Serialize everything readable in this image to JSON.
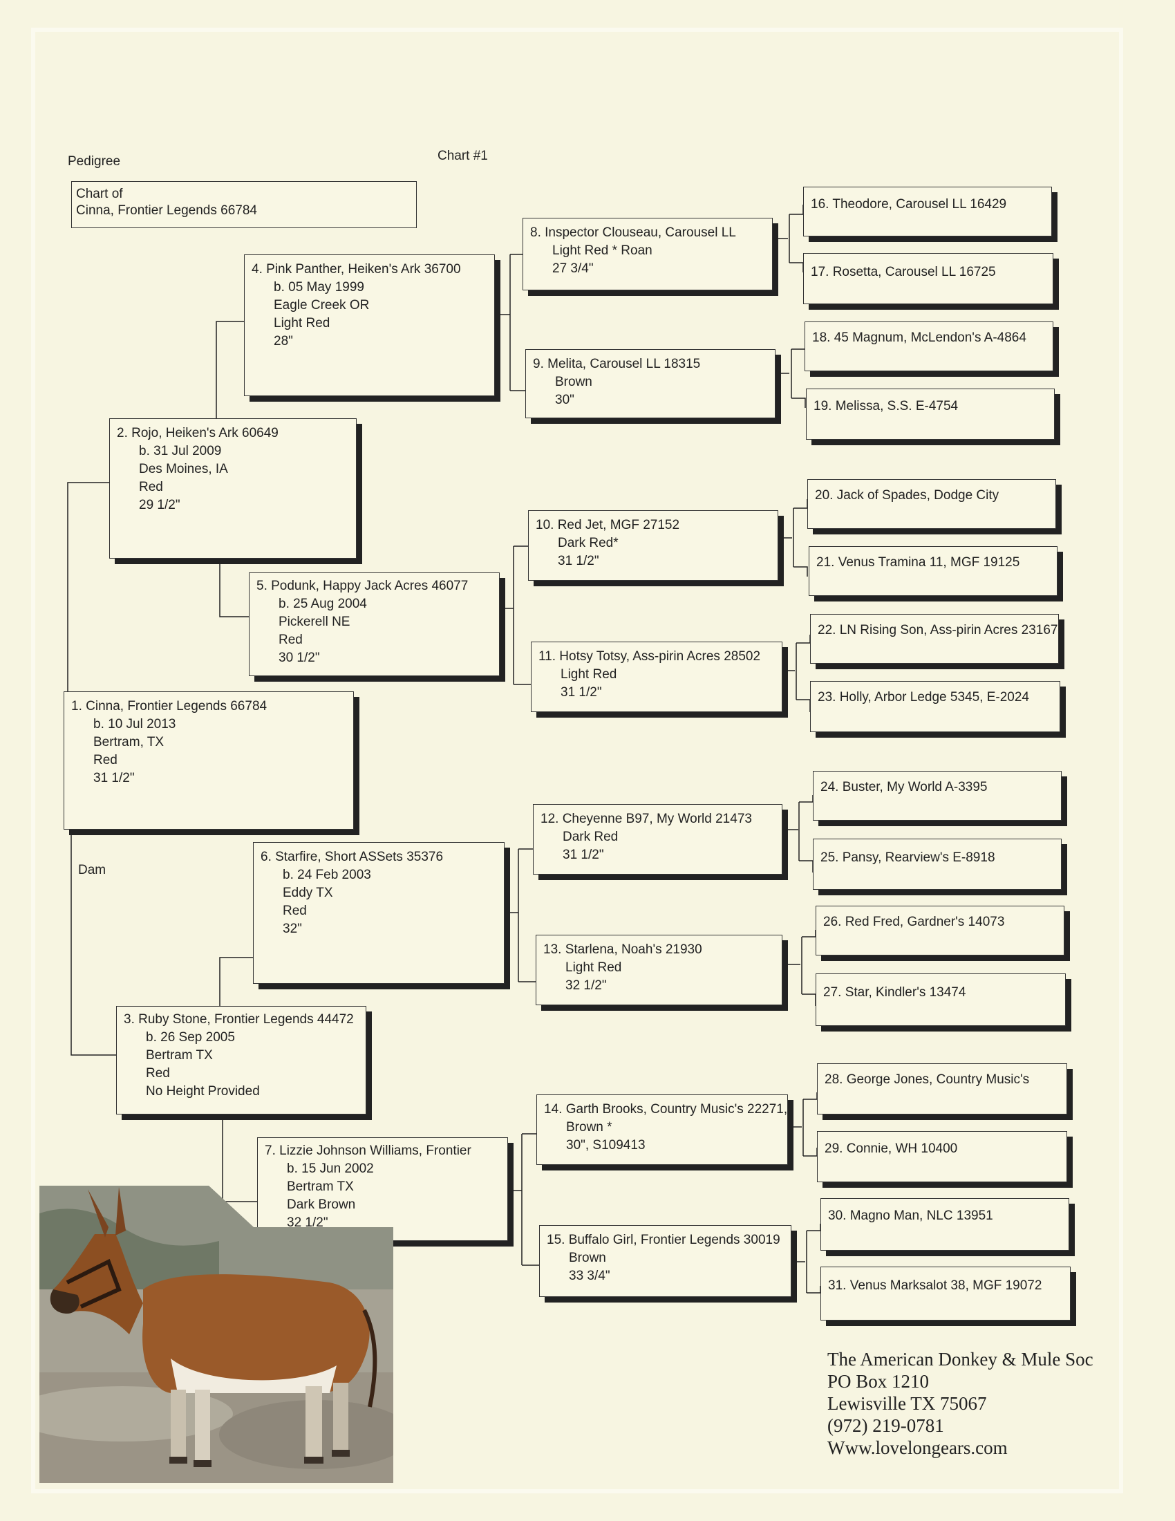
{
  "header": {
    "pedigree_label": "Pedigree",
    "chart_number": "Chart #1",
    "chart_of_label": "Chart of",
    "chart_of_name": "Cinna, Frontier Legends 66784"
  },
  "dam_label": "Dam",
  "animals": {
    "a1": [
      "1. Cinna, Frontier Legends 66784",
      "b. 10 Jul 2013",
      "Bertram, TX",
      "Red",
      "31 1/2\""
    ],
    "a2": [
      "2. Rojo, Heiken's Ark 60649",
      "b. 31 Jul 2009",
      "Des Moines, IA",
      "Red",
      "29 1/2\""
    ],
    "a3": [
      "3. Ruby Stone, Frontier Legends 44472",
      "b. 26 Sep 2005",
      "Bertram TX",
      "Red",
      "No Height Provided"
    ],
    "a4": [
      "4. Pink Panther, Heiken's Ark 36700",
      "b. 05 May 1999",
      "Eagle Creek OR",
      "Light Red",
      "28\""
    ],
    "a5": [
      "5. Podunk, Happy Jack Acres 46077",
      "b. 25 Aug 2004",
      "Pickerell NE",
      "Red",
      "30 1/2\""
    ],
    "a6": [
      "6. Starfire, Short ASSets 35376",
      "b. 24 Feb 2003",
      "Eddy TX",
      "Red",
      "32\""
    ],
    "a7": [
      "7. Lizzie Johnson Williams, Frontier",
      "b. 15 Jun 2002",
      "Bertram TX",
      "Dark Brown",
      "32 1/2\""
    ],
    "a8": [
      "8. Inspector Clouseau, Carousel LL",
      "Light Red * Roan",
      "27 3/4\""
    ],
    "a9": [
      "9. Melita, Carousel LL 18315",
      "Brown",
      "30\""
    ],
    "a10": [
      "10. Red Jet, MGF 27152",
      "Dark Red*",
      "31 1/2\""
    ],
    "a11": [
      "11. Hotsy Totsy, Ass-pirin Acres 28502",
      "Light Red",
      "31 1/2\""
    ],
    "a12": [
      "12. Cheyenne B97, My World 21473",
      "Dark Red",
      "31 1/2\""
    ],
    "a13": [
      "13. Starlena, Noah's 21930",
      "Light Red",
      "32 1/2\""
    ],
    "a14": [
      "14. Garth Brooks, Country Music's 22271,",
      "Brown *",
      "30\", S109413"
    ],
    "a15": [
      "15. Buffalo Girl, Frontier Legends 30019",
      "Brown",
      "33 3/4\""
    ],
    "a16": [
      "16. Theodore, Carousel LL 16429"
    ],
    "a17": [
      "17. Rosetta, Carousel LL 16725"
    ],
    "a18": [
      "18. 45 Magnum, McLendon's A-4864"
    ],
    "a19": [
      "19. Melissa, S.S. E-4754"
    ],
    "a20": [
      "20. Jack of Spades, Dodge City"
    ],
    "a21": [
      "21. Venus Tramina 11, MGF 19125"
    ],
    "a22": [
      "22. LN Rising Son, Ass-pirin Acres 23167"
    ],
    "a23": [
      "23. Holly, Arbor Ledge 5345, E-2024"
    ],
    "a24": [
      "24. Buster, My World A-3395"
    ],
    "a25": [
      "25. Pansy, Rearview's E-8918"
    ],
    "a26": [
      "26. Red Fred, Gardner's 14073"
    ],
    "a27": [
      "27. Star, Kindler's 13474"
    ],
    "a28": [
      "28. George Jones, Country Music's"
    ],
    "a29": [
      "29. Connie, WH 10400"
    ],
    "a30": [
      "30. Magno Man, NLC 13951"
    ],
    "a31": [
      "31. Venus Marksalot 38, MGF 19072"
    ]
  },
  "address": {
    "org": "The American Donkey & Mule Soc",
    "po_box": "PO Box 1210",
    "city": "Lewisville TX 75067",
    "phone": "(972) 219-0781",
    "web": "Www.lovelongears.com"
  }
}
